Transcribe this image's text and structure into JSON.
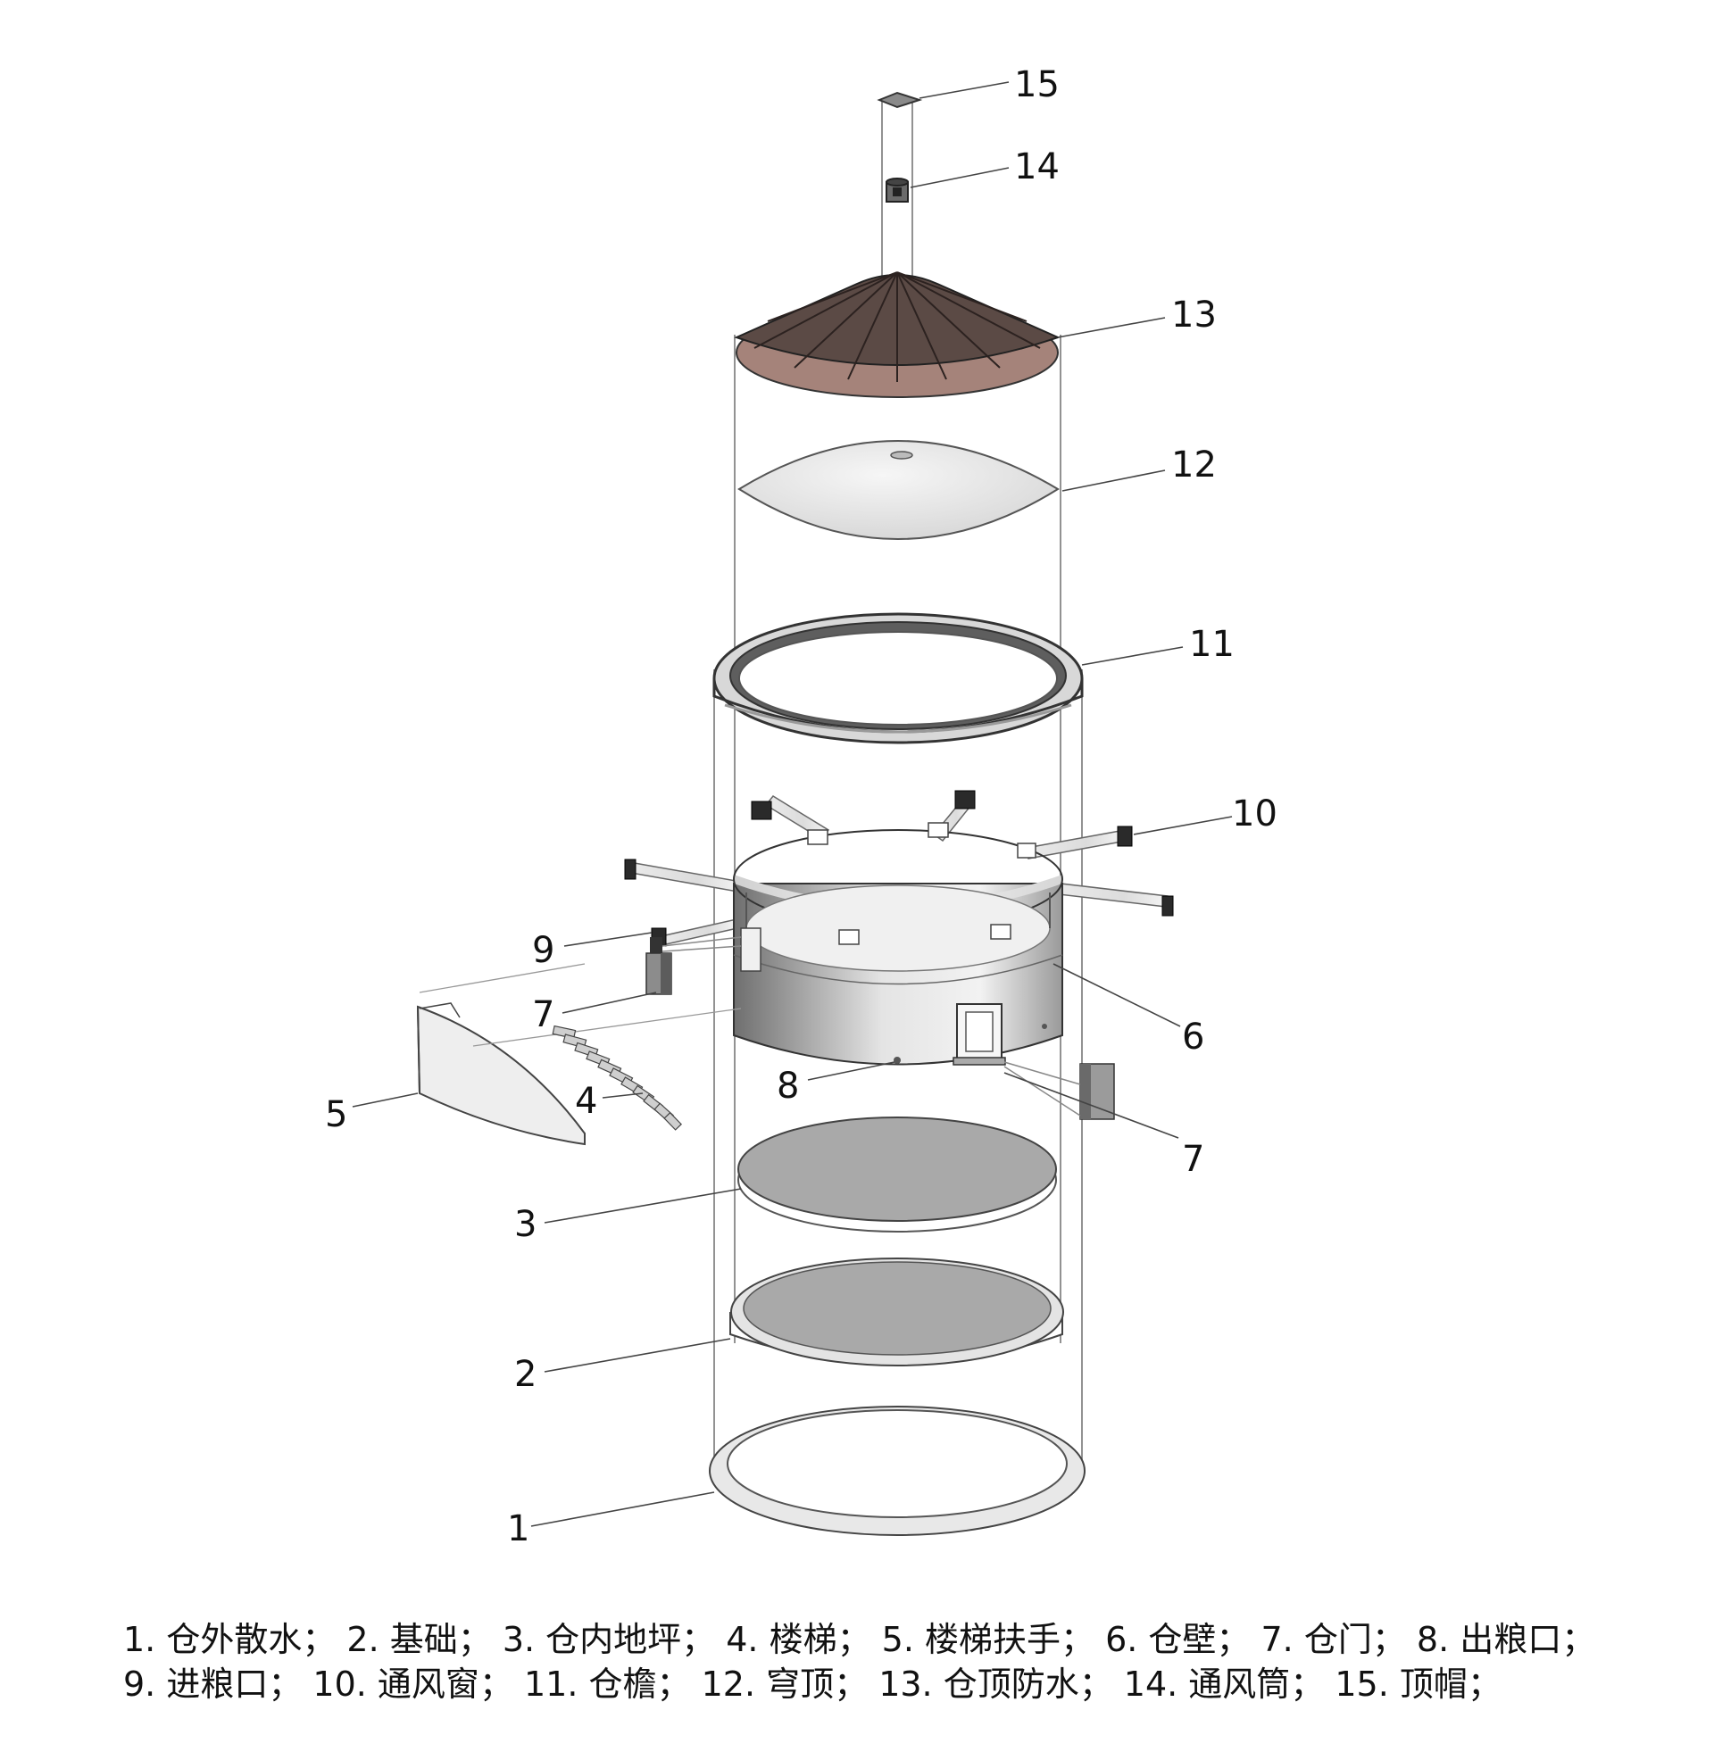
{
  "labels": [
    "15",
    "14",
    "13",
    "12",
    "11",
    "10",
    "9",
    "7",
    "6",
    "5",
    "4",
    "8",
    "7",
    "3",
    "2",
    "1"
  ],
  "caption": {
    "line1": "1. 仓外散水； 2. 基础； 3. 仓内地坪； 4. 楼梯； 5. 楼梯扶手； 6. 仓壁； 7. 仓门； 8. 出粮口；",
    "line2": "9. 进粮口； 10. 通风窗； 11. 仓檐； 12. 穹顶； 13. 仓顶防水； 14. 通风筒； 15. 顶帽；"
  },
  "colors": {
    "roof": "#5b4a45",
    "roof_edge": "#a5837a",
    "dome": "#ececec",
    "wall_dark": "#8a8a8a",
    "floor": "#a9a9a9"
  }
}
